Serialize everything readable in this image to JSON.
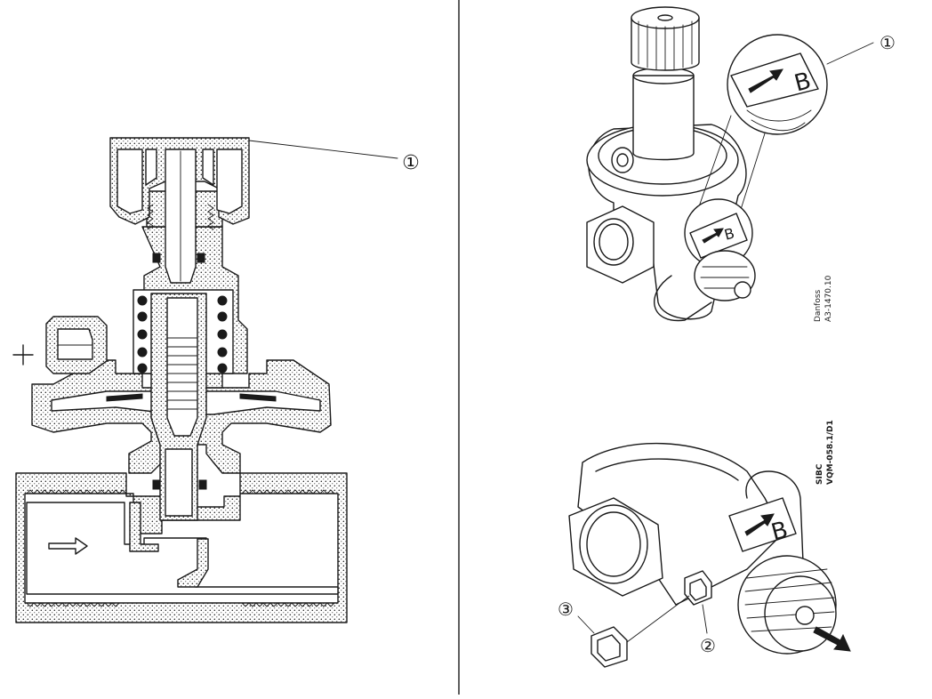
{
  "callouts": {
    "section_label": "①",
    "top_view_label": "①",
    "label_two": "②",
    "label_three": "③"
  },
  "markings": {
    "flow_letter_top": "B",
    "flow_letter_zoom": "B",
    "flow_letter_bottom": "B"
  },
  "codes": {
    "top_code_line1": "Danfoss",
    "top_code_line2": "A3-1470.10",
    "bottom_code_line1": "SIBC",
    "bottom_code_line2": "VQM-058.1/D1"
  },
  "colors": {
    "line": "#1a1a1a",
    "background": "#ffffff"
  }
}
